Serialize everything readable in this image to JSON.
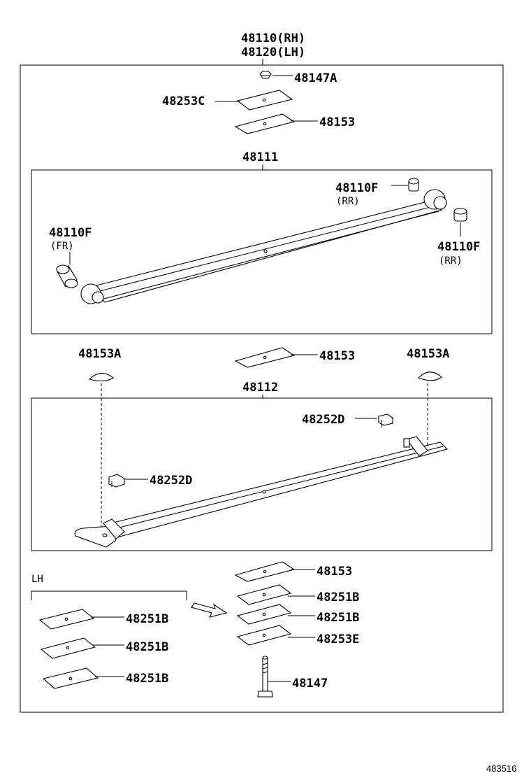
{
  "parts": {
    "assy_rh": "48110(RH)",
    "assy_lh": "48120(LH)",
    "nut": "48147A",
    "plate_top_c": "48253C",
    "pad_top": "48153",
    "leaf1": "48111",
    "bush_rr_upper": "48110F",
    "bush_rr_upper_note": "(RR)",
    "bush_fr": "48110F",
    "bush_fr_note": "(FR)",
    "bush_rr_lower": "48110F",
    "bush_rr_lower_note": "(RR)",
    "stopper_left": "48153A",
    "pad_middle": "48153",
    "stopper_right": "48153A",
    "leaf2": "48112",
    "clip_right": "48252D",
    "clip_left": "48252D",
    "pad_bottom": "48153",
    "plate_b1": "48251B",
    "plate_b2": "48251B",
    "plate_e": "48253E",
    "bolt": "48147",
    "lh_label": "LH",
    "lh_plate1": "48251B",
    "lh_plate2": "48251B",
    "lh_plate3": "48251B"
  },
  "diagram_ref": "483516"
}
